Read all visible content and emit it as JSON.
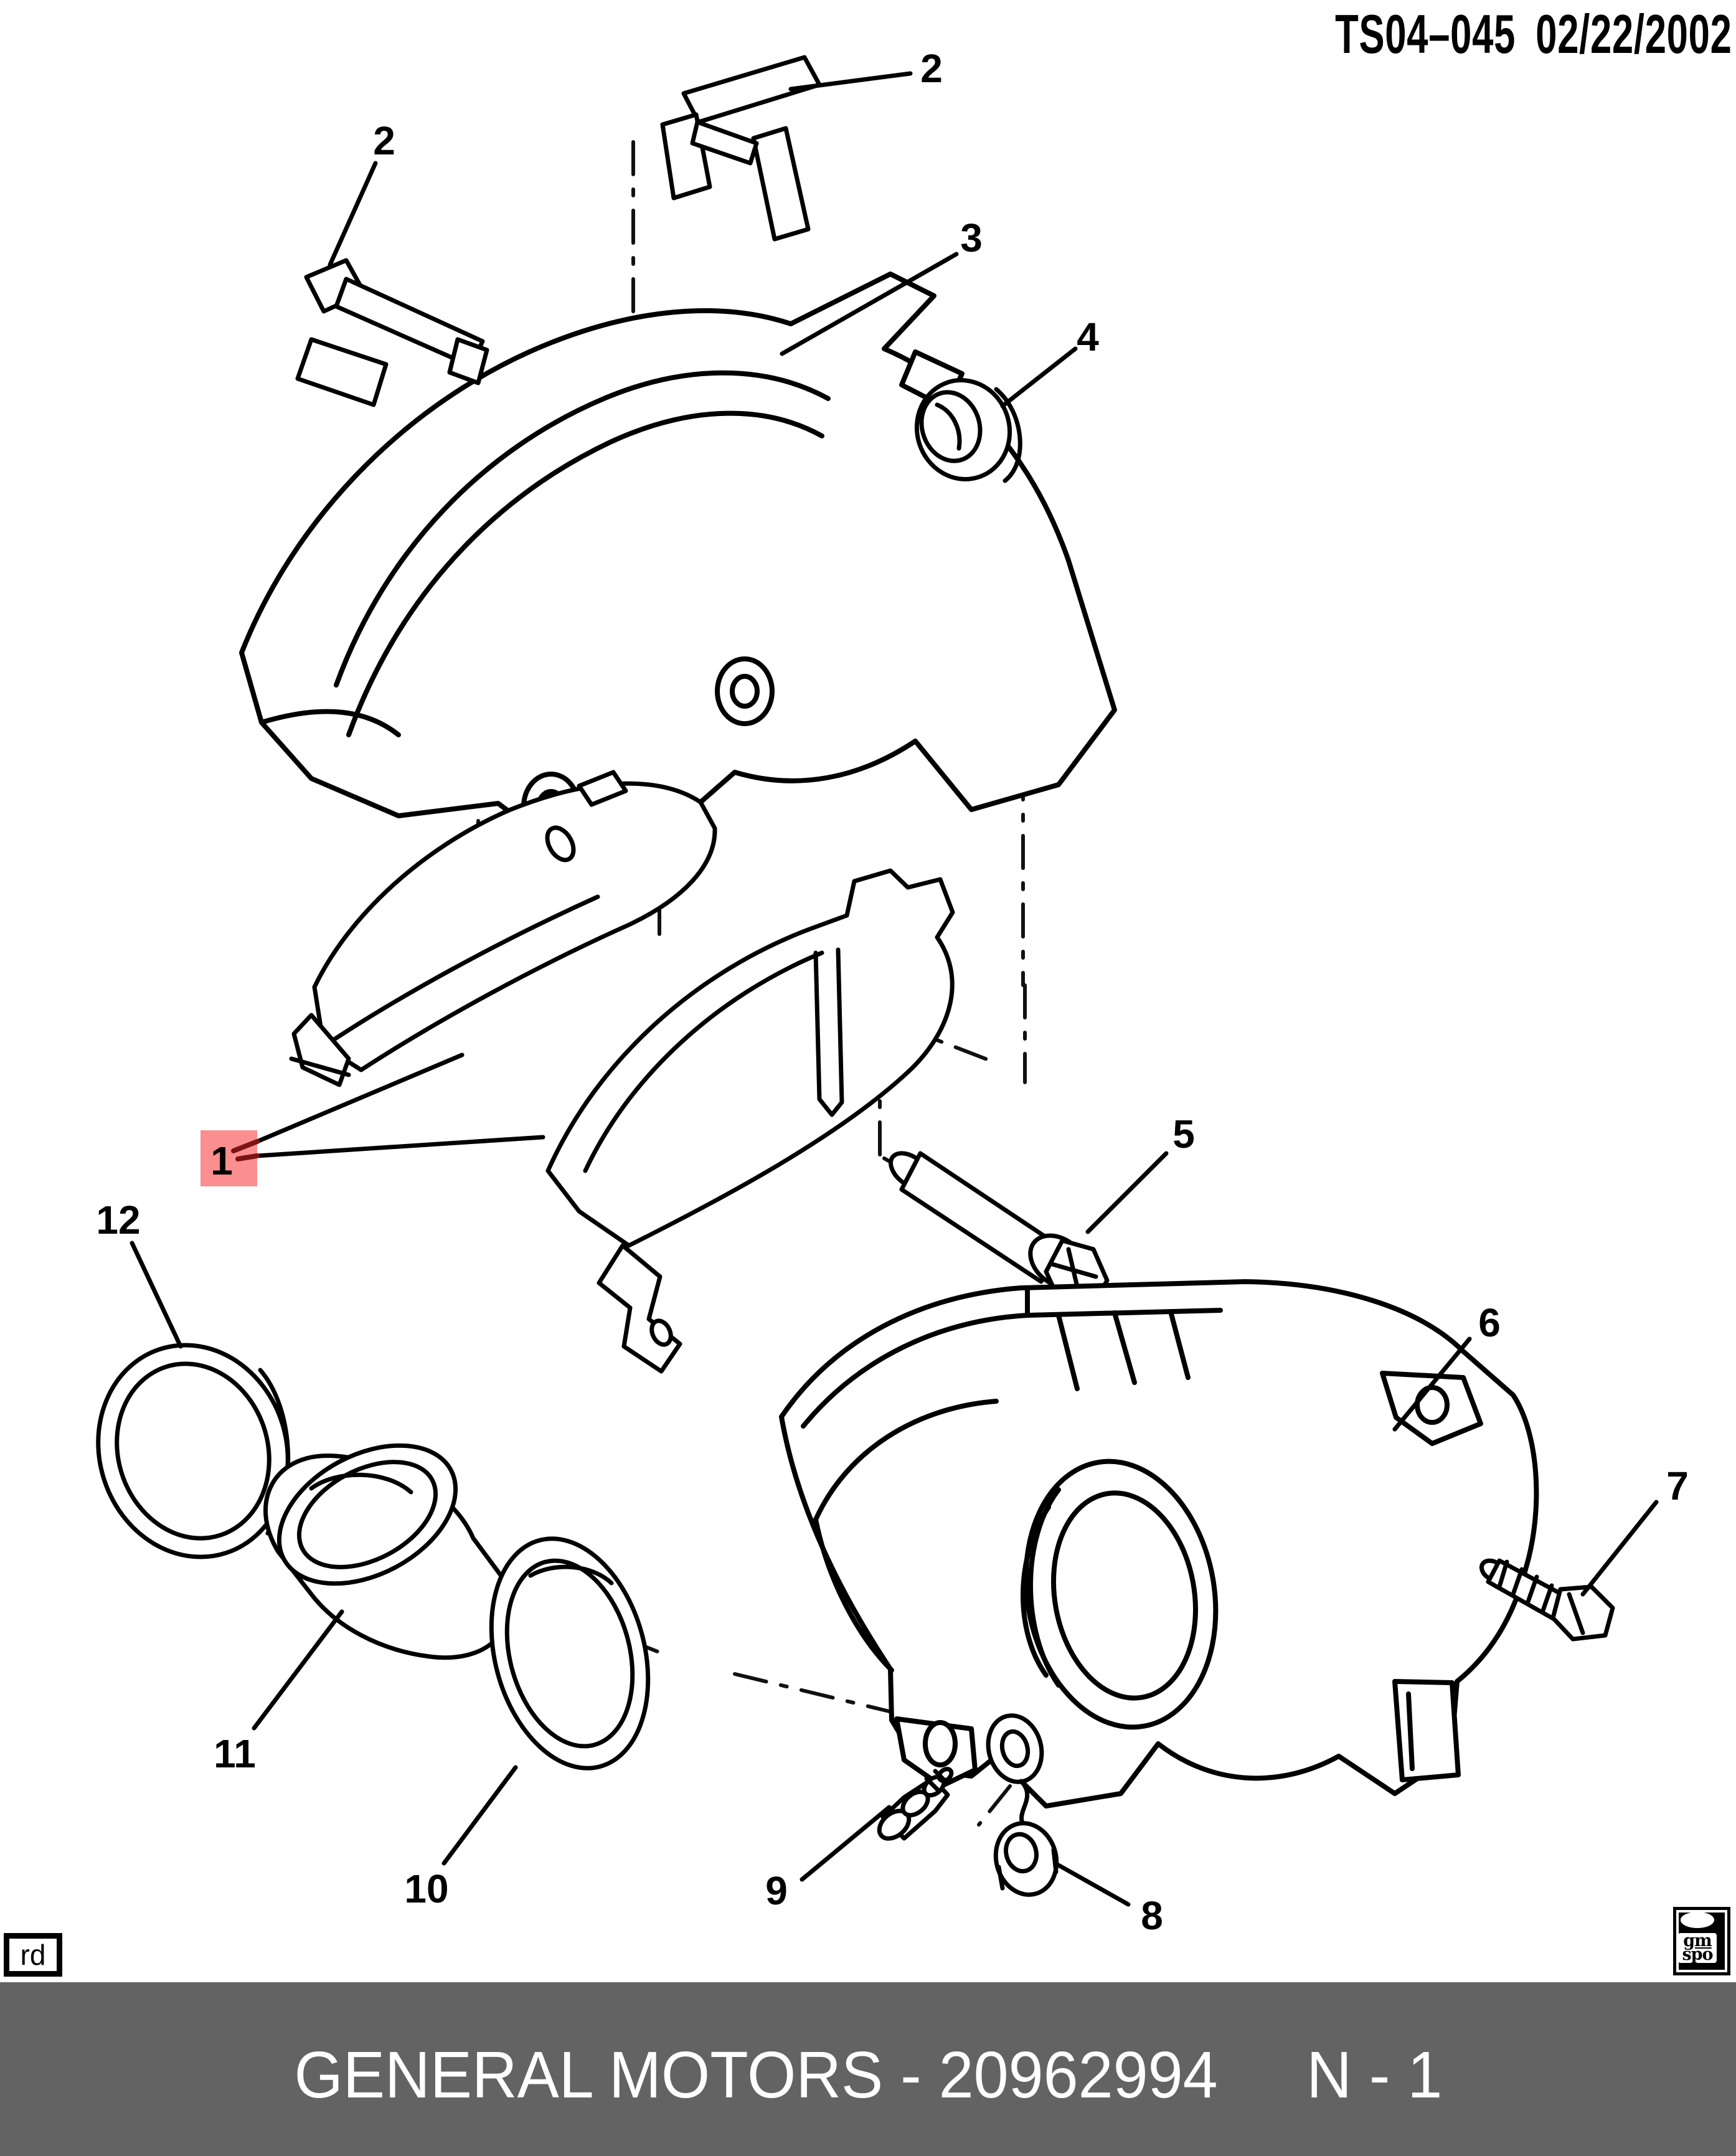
{
  "header": {
    "doc_code": "TS04–045",
    "date": "02/22/2002"
  },
  "footer": {
    "title": "GENERAL MOTORS - 20962994",
    "page_ref": "N - 1",
    "bar_color": "#636363",
    "text_color": "#ffffff"
  },
  "stamps": {
    "bottom_left": "rd",
    "logo_top": "gm",
    "logo_bottom": "spo"
  },
  "highlight": {
    "color": "#fb8e8e",
    "text_color": "#7c1414"
  },
  "callouts": [
    {
      "id": "1",
      "highlighted": true
    },
    {
      "id": "2",
      "highlighted": false
    },
    {
      "id": "2",
      "highlighted": false
    },
    {
      "id": "3",
      "highlighted": false
    },
    {
      "id": "4",
      "highlighted": false
    },
    {
      "id": "5",
      "highlighted": false
    },
    {
      "id": "6",
      "highlighted": false
    },
    {
      "id": "7",
      "highlighted": false
    },
    {
      "id": "8",
      "highlighted": false
    },
    {
      "id": "9",
      "highlighted": false
    },
    {
      "id": "10",
      "highlighted": false
    },
    {
      "id": "11",
      "highlighted": false
    },
    {
      "id": "12",
      "highlighted": false
    }
  ]
}
